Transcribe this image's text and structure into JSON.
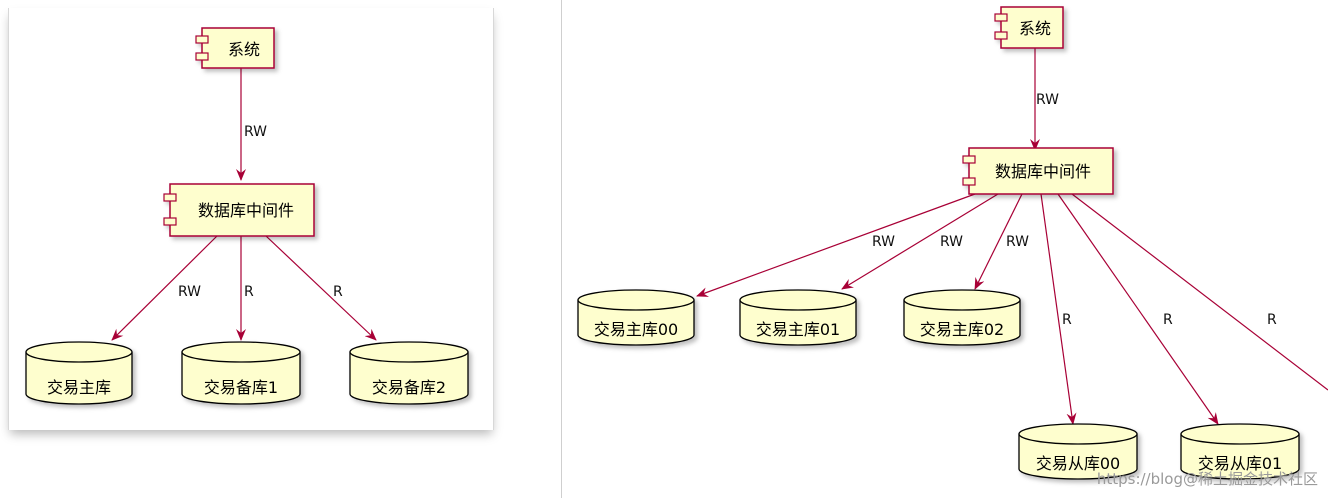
{
  "left_diagram": {
    "system": "系统",
    "middleware": "数据库中间件",
    "edge_system_middleware": "RW",
    "databases": [
      "交易主库",
      "交易备库1",
      "交易备库2"
    ],
    "edge_labels": [
      "RW",
      "R",
      "R"
    ]
  },
  "right_diagram": {
    "system": "系统",
    "middleware": "数据库中间件",
    "edge_system_middleware": "RW",
    "masters": [
      "交易主库00",
      "交易主库01",
      "交易主库02"
    ],
    "master_edge_labels": [
      "RW",
      "RW",
      "RW"
    ],
    "slaves": [
      "交易从库00",
      "交易从库01"
    ],
    "slave_edge_labels": [
      "R",
      "R",
      "R"
    ]
  },
  "watermark": "https://blog@稀土掘金技术社区",
  "colors": {
    "component_fill": "#FEFECE",
    "component_border": "#A80036",
    "arrow": "#A80036"
  }
}
